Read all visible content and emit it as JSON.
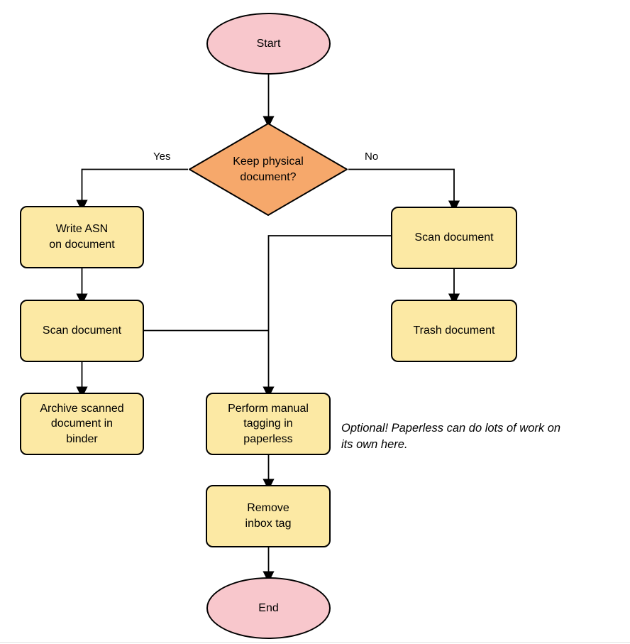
{
  "diagram": {
    "nodes": {
      "start": {
        "label": "Start"
      },
      "decision": {
        "label": "Keep physical\ndocument?"
      },
      "write_asn": {
        "label": "Write ASN\non document"
      },
      "scan_left": {
        "label": "Scan document"
      },
      "archive": {
        "label": "Archive scanned\ndocument in\nbinder"
      },
      "scan_right": {
        "label": "Scan document"
      },
      "trash": {
        "label": "Trash document"
      },
      "tagging": {
        "label": "Perform manual\ntagging in\npaperless"
      },
      "remove_inbox": {
        "label": "Remove\ninbox tag"
      },
      "end": {
        "label": "End"
      }
    },
    "edge_labels": {
      "yes": "Yes",
      "no": "No"
    },
    "note": "Optional! Paperless can do lots of work on\nits own here.",
    "colors": {
      "terminal": "#f8c7cc",
      "decision": "#f6a86b",
      "process": "#fce9a4",
      "stroke": "#000000"
    }
  }
}
